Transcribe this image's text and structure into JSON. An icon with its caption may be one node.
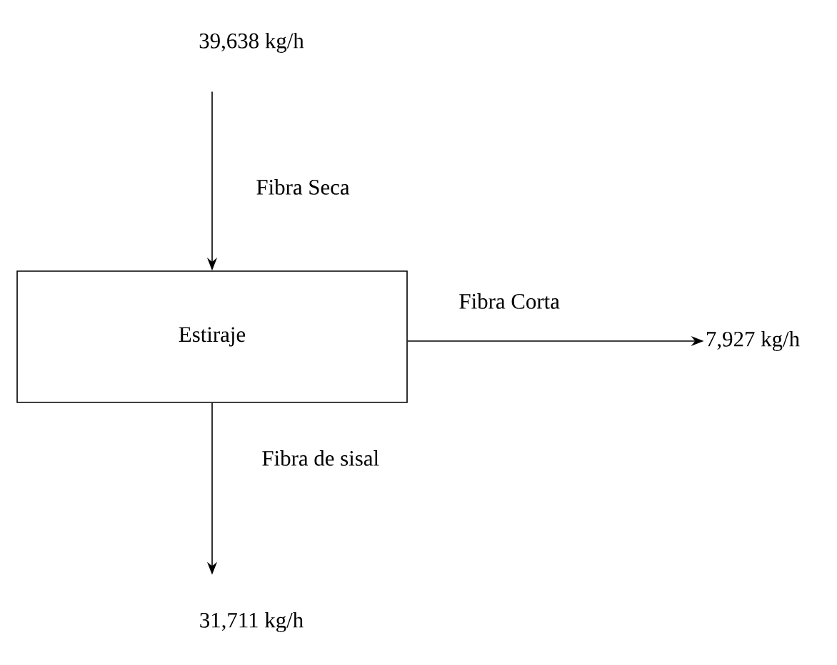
{
  "diagram": {
    "nodes": [
      {
        "text": [
          "39,638 kg/h"
        ]
      },
      {
        "text": [
          "Estiraje"
        ]
      },
      {
        "text": [
          "7,927 kg/h"
        ]
      },
      {
        "text": [
          "31,711 kg/h"
        ]
      }
    ],
    "edges": [
      {
        "from": 0,
        "to": 1,
        "arrow": "to",
        "label": "Fibra Seca"
      },
      {
        "from": 1,
        "to": 2,
        "arrow": "to",
        "label": "Fibra Corta"
      },
      {
        "from": 1,
        "to": 3,
        "arrow": "to",
        "label": "Fibra de sisal"
      }
    ]
  }
}
